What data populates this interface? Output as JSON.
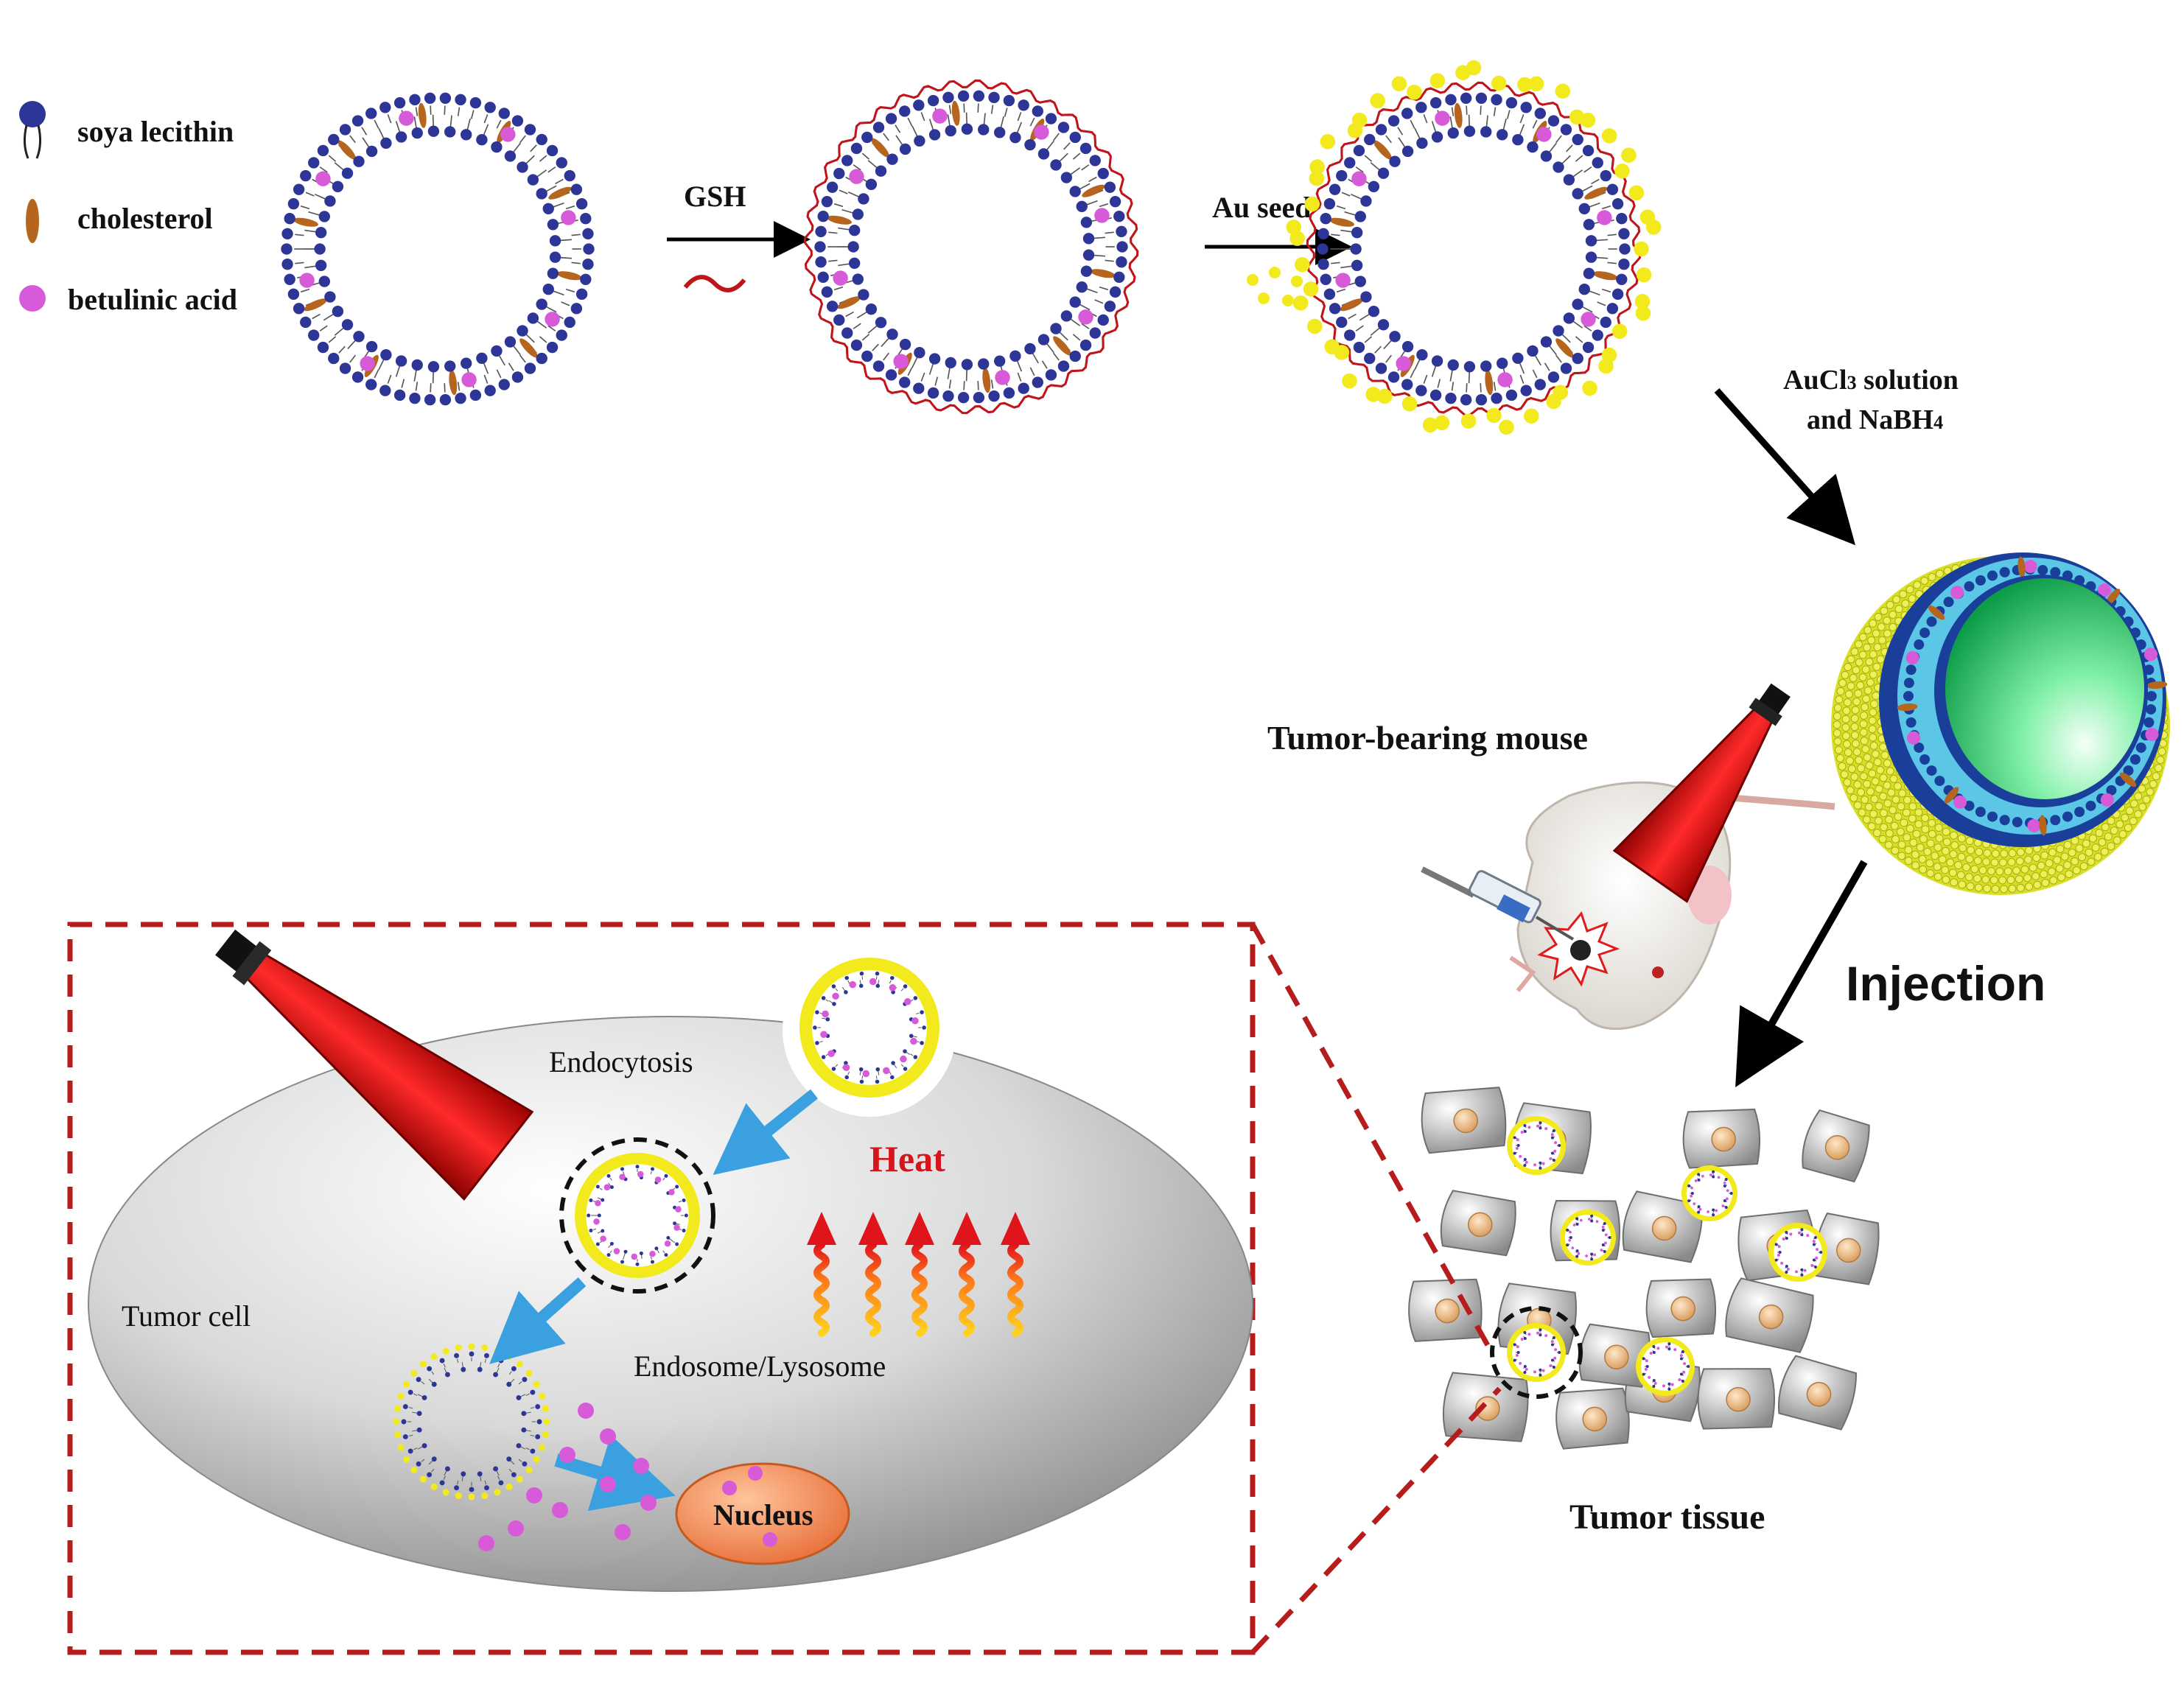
{
  "legend": {
    "items": [
      {
        "label": "soya lecithin",
        "icon": "lipid-molecule-icon",
        "color": "#2d3596"
      },
      {
        "label": "cholesterol",
        "icon": "cholesterol-icon",
        "color": "#b5651d"
      },
      {
        "label": "betulinic acid",
        "icon": "betulinic-acid-dot-icon",
        "color": "#d75bd8"
      }
    ]
  },
  "steps": {
    "gsh_label": "GSH",
    "au_seed_label": "Au seed",
    "aucl3_line1": "AuCl",
    "aucl3_sub": "3",
    "aucl3_rest": " solution",
    "nabh4_line2": "and NaBH",
    "nabh4_sub": "4"
  },
  "mouse": {
    "label": "Tumor-bearing mouse",
    "injection_label": "Injection"
  },
  "tissue": {
    "label": "Tumor tissue"
  },
  "cell": {
    "tumor_cell_label": "Tumor cell",
    "endocytosis_label": "Endocytosis",
    "endosome_label": "Endosome/Lysosome",
    "heat_label": "Heat",
    "nucleus_label": "Nucleus"
  },
  "colors": {
    "lipid_head": "#2d3596",
    "cholesterol": "#b5651d",
    "betulinic": "#d75bd8",
    "gsh": "#c0141b",
    "gold": "#f2ea1c",
    "laser": "#e0141b",
    "dashed_frame": "#b71c1c",
    "blue_arrow": "#3aa0e0",
    "nucleus": "#f0874a"
  }
}
